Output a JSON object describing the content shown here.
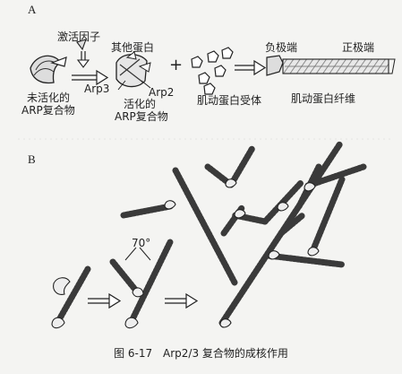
{
  "panel_a": {
    "letter": "A",
    "activation_factor": "激活因子",
    "other_proteins": "其他蛋白",
    "inactive_arp_line1": "未活化的",
    "inactive_arp_line2": "ARP复合物",
    "arp3": "Arp3",
    "arp2": "Arp2",
    "active_arp_line1": "活化的",
    "active_arp_line2": "ARP复合物",
    "plus_sign": "+",
    "actin_monomers": "肌动蛋白受体",
    "minus_end": "负极端",
    "plus_end": "正极端",
    "actin_filament": "肌动蛋白纤维"
  },
  "panel_b": {
    "letter": "B",
    "angle": "70°"
  },
  "caption": {
    "figure_number": "图 6-17",
    "title": "Arp2/3 复合物的成核作用"
  },
  "colors": {
    "filament": "#3a3a3a",
    "filament_light": "#9a9a9a",
    "outline": "#222222",
    "background": "#f4f4f2"
  }
}
